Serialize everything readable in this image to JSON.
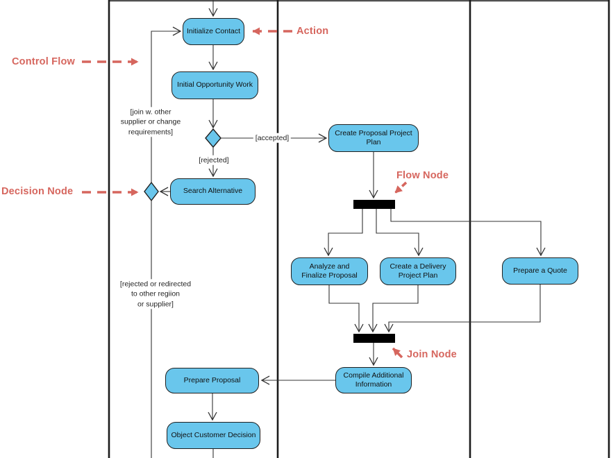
{
  "diagram": {
    "kind": "uml-activity-diagram",
    "colors": {
      "action_fill": "#69c6ec",
      "action_border": "#1f1f1f",
      "flow_line": "#333333",
      "swimlane_line": "#1b1b1b",
      "fork_join_bar": "#000000",
      "annotation": "#d6665e",
      "background": "#ffffff"
    }
  },
  "nodes": {
    "initialize_contact": {
      "label": "Initialize Contact"
    },
    "initial_opportunity_work": {
      "label": "Initial Opportunity Work"
    },
    "create_proposal_project_plan": {
      "label": "Create Proposal Project\nPlan"
    },
    "search_alternative": {
      "label": "Search Alternative"
    },
    "analyze_and_finalize_proposal": {
      "label": "Analyze and\nFinalize Proposal"
    },
    "create_a_delivery_project_plan": {
      "label": "Create a Delivery\nProject Plan"
    },
    "prepare_a_quote": {
      "label": "Prepare a Quote"
    },
    "compile_additional_information": {
      "label": "Compile Additional\nInformation"
    },
    "prepare_proposal": {
      "label": "Prepare Proposal"
    },
    "object_customer_decision": {
      "label": "Object Customer Decision"
    }
  },
  "guards": {
    "accepted": {
      "label": "[accepted]"
    },
    "rejected": {
      "label": "[rejected]"
    },
    "join_note": {
      "label": "[join w. other\nsupplier or change\nrequirements]"
    },
    "rejected_note": {
      "label": "[rejected or redirected\nto other regiion\nor supplier]"
    }
  },
  "annotations": {
    "control_flow": {
      "label": "Control Flow"
    },
    "action": {
      "label": "Action"
    },
    "decision_node": {
      "label": "Decision Node"
    },
    "flow_node": {
      "label": "Flow Node"
    },
    "join_node": {
      "label": "Join Node"
    }
  }
}
